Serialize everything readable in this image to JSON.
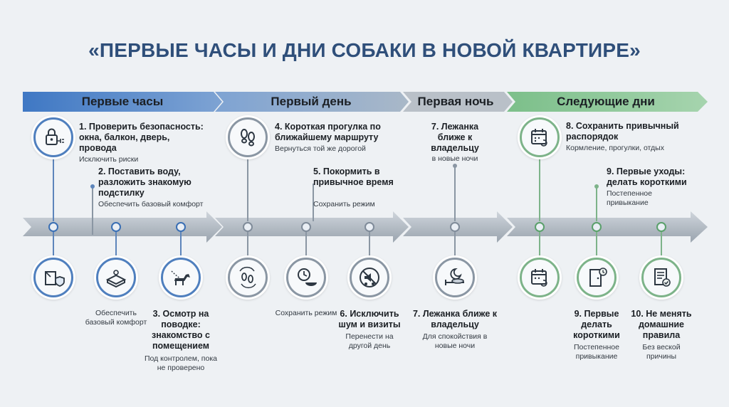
{
  "title": "«ПЕРВЫЕ ЧАСЫ И ДНИ СОБАКИ В НОВОЙ КВАРТИРЕ»",
  "colors": {
    "blue": "#4f7fbe",
    "gray": "#8a96a3",
    "green": "#7db389",
    "title": "#2f4f7a"
  },
  "phases": [
    "Первые часы",
    "Первый день",
    "Первая ночь",
    "Следующие дни"
  ],
  "top": {
    "s1": {
      "title": "1. Проверить безопасность: окна, балкон, дверь, провода",
      "note": "Исключить риски",
      "icon": "lock-plug-icon"
    },
    "s2": {
      "title": "2. Поставить воду, разложить знакомую подстилку",
      "note": "Обеспечить базовый комфорт"
    },
    "s4": {
      "title": "4. Короткая прогулка по ближайшему маршруту",
      "note": "Вернуться той же дорогой",
      "icon": "footprints-icon"
    },
    "s5": {
      "title": "5. Покормить в привычное время",
      "note": "Сохранить режим"
    },
    "s7": {
      "title": "7. Лежанка ближе к владельцу",
      "note": "в новые ночи"
    },
    "s8": {
      "title": "8. Сохранить привычный распорядок",
      "note": "Кормление, прогулки, отдых",
      "icon": "calendar-icon"
    },
    "s9": {
      "title": "9. Первые уходы: делать короткими",
      "note": "Постепенное привыкание"
    }
  },
  "bottom": {
    "b1": {
      "icon": "map-shield-icon"
    },
    "b2": {
      "note": "Обеспечить базовый комфорт",
      "icon": "dog-bed-icon"
    },
    "b3": {
      "title": "3. Осмотр на поводке: знакомство с помещением",
      "note": "Под контролем, пока не проверено",
      "icon": "dog-leash-icon"
    },
    "b4": {
      "icon": "footprints-cycle-icon"
    },
    "b5": {
      "note": "Сохранить режим",
      "icon": "clock-bowl-icon"
    },
    "b6": {
      "title": "6. Исключить шум и визиты",
      "note": "Перенести на другой день",
      "icon": "no-noise-icon"
    },
    "b7": {
      "title": "7. Лежанка ближе к владельцу",
      "note": "Для спокойствия в новые ночи",
      "icon": "moon-bed-icon"
    },
    "b8": {
      "icon": "calendar-icon"
    },
    "b9": {
      "title": "9. Первые делать короткими",
      "note": "Постепенное привыкание",
      "icon": "door-clock-icon"
    },
    "b10": {
      "title": "10. Не менять домашние правила",
      "note": "Без веской причины",
      "icon": "rulebook-icon"
    }
  }
}
